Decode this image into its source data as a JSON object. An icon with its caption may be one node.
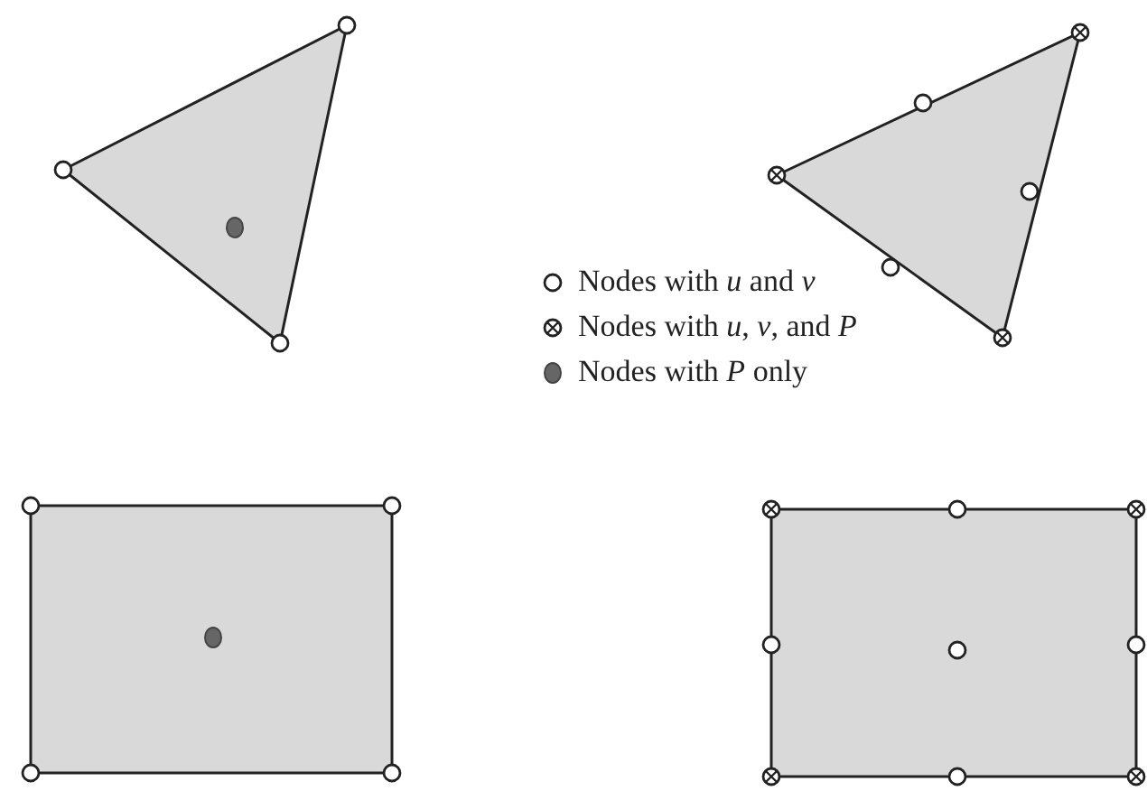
{
  "diagram": {
    "legend": [
      {
        "text": "Nodes with *u* and *v*"
      },
      {
        "text": "Nodes with *u*, *v*, and *P*"
      },
      {
        "text": "Nodes with  *P* only"
      }
    ]
  }
}
